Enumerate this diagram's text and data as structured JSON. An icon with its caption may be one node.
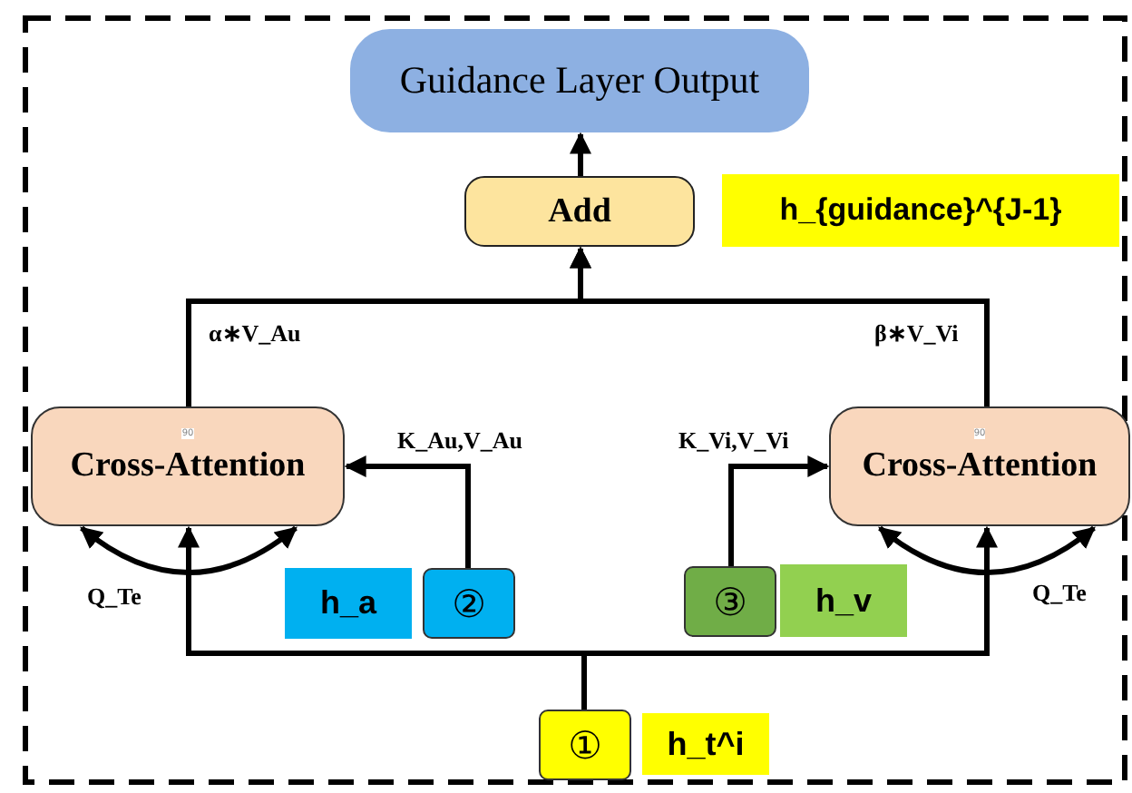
{
  "diagram": {
    "nodes": [
      {
        "text": [
          "Guidance Layer Output"
        ]
      },
      {
        "text": [
          "Add"
        ]
      },
      {
        "text": [
          "h_{guidance}^{J-1}"
        ]
      },
      {
        "text": [
          "90",
          "Cross-Attention"
        ]
      },
      {
        "text": [
          "90",
          "Cross-Attention"
        ]
      },
      {
        "text": [
          "h_a"
        ]
      },
      {
        "text": [
          "②"
        ]
      },
      {
        "text": [
          "③"
        ]
      },
      {
        "text": [
          "h_v"
        ]
      },
      {
        "text": [
          "①"
        ]
      },
      {
        "text": [
          "h_t^i"
        ]
      }
    ],
    "edges": [
      {
        "from": 9,
        "to": 3,
        "arrow": "to"
      },
      {
        "from": 9,
        "to": 4,
        "arrow": "to"
      },
      {
        "from": 6,
        "to": 3,
        "arrow": "to",
        "label": "K_Au,V_Au"
      },
      {
        "from": 7,
        "to": 4,
        "arrow": "to",
        "label": "K_Vi,V_Vi"
      },
      {
        "from": 3,
        "to": 1,
        "arrow": "to",
        "label": "α∗V_Au"
      },
      {
        "from": 4,
        "to": 1,
        "arrow": "to",
        "label": "β∗V_Vi"
      },
      {
        "from": 1,
        "to": 0,
        "arrow": "to"
      },
      {
        "from": 3,
        "to": 3,
        "arrow": "both",
        "label": "Q_Te"
      },
      {
        "from": 4,
        "to": 4,
        "arrow": "both",
        "label": "Q_Te"
      }
    ]
  }
}
